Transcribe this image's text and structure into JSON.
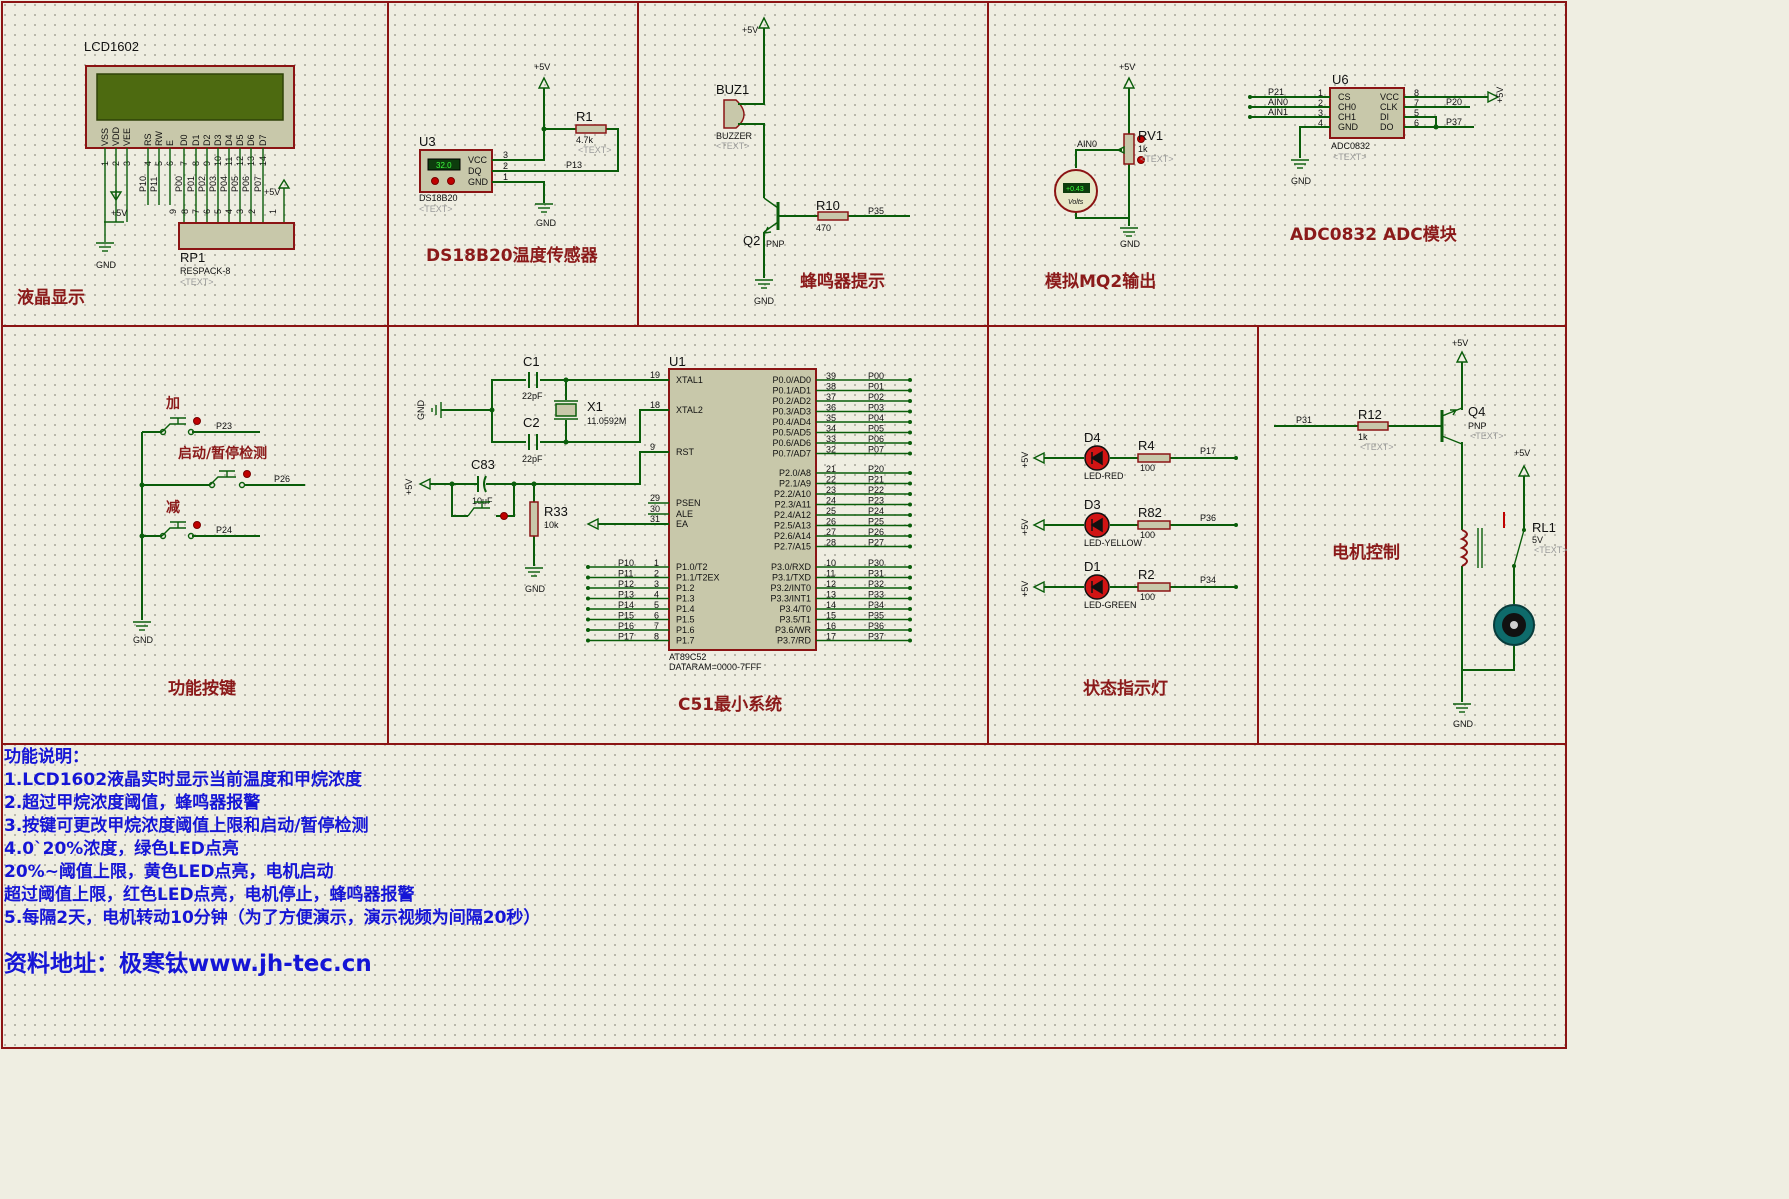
{
  "sections": {
    "lcd": "液晶显示",
    "ds18b20": "DS18B20温度传感器",
    "buzzer": "蜂鸣器提示",
    "mq2": "模拟MQ2输出",
    "adc": "ADC0832 ADC模块",
    "keys": "功能按键",
    "mcu": "C51最小系统",
    "leds": "状态指示灯",
    "motor": "电机控制"
  },
  "lcd": {
    "name": "LCD1602",
    "pins": [
      "VSS",
      "VDD",
      "VEE",
      "RS",
      "RW",
      "E",
      "D0",
      "D1",
      "D2",
      "D3",
      "D4",
      "D5",
      "D6",
      "D7"
    ],
    "pin_numbers": [
      "1",
      "2",
      "3",
      "4",
      "5",
      "6",
      "7",
      "8",
      "9",
      "10",
      "11",
      "12",
      "13",
      "14"
    ],
    "nets": [
      "P10",
      "P11",
      "P00",
      "P01",
      "P02",
      "P03",
      "P04",
      "P05",
      "P06",
      "P07"
    ],
    "rp": {
      "ref": "RP1",
      "value": "RESPACK-8",
      "text": "<TEXT>",
      "pins": [
        "9",
        "8",
        "7",
        "6",
        "5",
        "4",
        "3",
        "2",
        "1"
      ]
    },
    "vcc": "+5V",
    "gnd": "GND"
  },
  "ds18b20": {
    "ref": "U3",
    "part": "DS18B20",
    "reading": "32.0",
    "text": "<TEXT>",
    "pins": [
      "VCC",
      "DQ",
      "GND"
    ],
    "pin_numbers": [
      "3",
      "2",
      "1"
    ],
    "r": {
      "ref": "R1",
      "value": "4.7k",
      "text": "<TEXT>"
    },
    "net": "P13",
    "vcc": "+5V",
    "gnd": "GND"
  },
  "buzzer": {
    "ref": "BUZ1",
    "part": "BUZZER",
    "text": "<TEXT>",
    "q": {
      "ref": "Q2",
      "type": "PNP"
    },
    "r": {
      "ref": "R10",
      "value": "470"
    },
    "net": "P35",
    "vcc": "+5V",
    "gnd": "GND"
  },
  "mq2": {
    "ref": "RV1",
    "value": "1k",
    "text": "<TEXT>",
    "net": "AIN0",
    "meter_value": "+0.43",
    "meter_unit": "Volts",
    "vcc": "+5V",
    "gnd": "GND"
  },
  "adc": {
    "ref": "U6",
    "part": "ADC0832",
    "text": "<TEXT>",
    "left_pins": [
      "CS",
      "CH0",
      "CH1",
      "GND"
    ],
    "left_numbers": [
      "1",
      "2",
      "3",
      "4"
    ],
    "left_nets": [
      "P21",
      "AIN0",
      "AIN1"
    ],
    "right_pins": [
      "VCC",
      "CLK",
      "DI",
      "DO"
    ],
    "right_numbers": [
      "8",
      "7",
      "5",
      "6"
    ],
    "right_nets": [
      "P20",
      "P37"
    ],
    "vcc": "+5V",
    "gnd": "GND"
  },
  "keys": {
    "add": "加",
    "start": "启动/暂停检测",
    "sub": "减",
    "nets": [
      "P23",
      "P26",
      "P24"
    ],
    "gnd": "GND"
  },
  "mcu": {
    "ref": "U1",
    "part": "AT89C52",
    "data": "DATARAM=0000-7FFF",
    "c1": {
      "ref": "C1",
      "value": "22pF"
    },
    "c2": {
      "ref": "C2",
      "value": "22pF"
    },
    "x1": {
      "ref": "X1",
      "value": "11.0592M"
    },
    "c83": {
      "ref": "C83",
      "value": "10uF"
    },
    "r33": {
      "ref": "R33",
      "value": "10k"
    },
    "vcc": "+5V",
    "gnd": "GND",
    "left_pins": [
      "XTAL1",
      "XTAL2",
      "RST",
      "PSEN",
      "ALE",
      "EA"
    ],
    "left_numbers": [
      "19",
      "18",
      "9",
      "29",
      "30",
      "31"
    ],
    "p1_pins": [
      "P1.0/T2",
      "P1.1/T2EX",
      "P1.2",
      "P1.3",
      "P1.4",
      "P1.5",
      "P1.6",
      "P1.7"
    ],
    "p1_numbers": [
      "1",
      "2",
      "3",
      "4",
      "5",
      "6",
      "7",
      "8"
    ],
    "p1_nets": [
      "P10",
      "P11",
      "P12",
      "P13",
      "P14",
      "P15",
      "P16",
      "P17"
    ],
    "p0_pins": [
      "P0.0/AD0",
      "P0.1/AD1",
      "P0.2/AD2",
      "P0.3/AD3",
      "P0.4/AD4",
      "P0.5/AD5",
      "P0.6/AD6",
      "P0.7/AD7"
    ],
    "p0_numbers": [
      "39",
      "38",
      "37",
      "36",
      "35",
      "34",
      "33",
      "32"
    ],
    "p0_nets": [
      "P00",
      "P01",
      "P02",
      "P03",
      "P04",
      "P05",
      "P06",
      "P07"
    ],
    "p2_pins": [
      "P2.0/A8",
      "P2.1/A9",
      "P2.2/A10",
      "P2.3/A11",
      "P2.4/A12",
      "P2.5/A13",
      "P2.6/A14",
      "P2.7/A15"
    ],
    "p2_numbers": [
      "21",
      "22",
      "23",
      "24",
      "25",
      "26",
      "27",
      "28"
    ],
    "p2_nets": [
      "P20",
      "P21",
      "P22",
      "P23",
      "P24",
      "P25",
      "P26",
      "P27"
    ],
    "p3_pins": [
      "P3.0/RXD",
      "P3.1/TXD",
      "P3.2/INT0",
      "P3.3/INT1",
      "P3.4/T0",
      "P3.5/T1",
      "P3.6/WR",
      "P3.7/RD"
    ],
    "p3_numbers": [
      "10",
      "11",
      "12",
      "13",
      "14",
      "15",
      "16",
      "17"
    ],
    "p3_nets": [
      "P30",
      "P31",
      "P32",
      "P33",
      "P34",
      "P35",
      "P36",
      "P37"
    ]
  },
  "leds": [
    {
      "ref": "D4",
      "part": "LED-RED",
      "r": "R4",
      "value": "100",
      "net": "P17",
      "color": "#d21414"
    },
    {
      "ref": "D3",
      "part": "LED-YELLOW",
      "r": "R82",
      "value": "100",
      "net": "P36",
      "color": "#d21414"
    },
    {
      "ref": "D1",
      "part": "LED-GREEN",
      "r": "R2",
      "value": "100",
      "net": "P34",
      "color": "#d21414"
    }
  ],
  "leds_vcc": "+5V",
  "motor": {
    "r": {
      "ref": "R12",
      "value": "1k",
      "text": "<TEXT>"
    },
    "q": {
      "ref": "Q4",
      "type": "PNP",
      "text": "<TEXT>"
    },
    "rl": {
      "ref": "RL1",
      "value": "5V",
      "text": "<TEXT>"
    },
    "net": "P31",
    "vcc": "+5V",
    "gnd": "GND"
  },
  "notes": {
    "heading": "功能说明：",
    "lines": [
      "1.LCD1602液晶实时显示当前温度和甲烷浓度",
      "2.超过甲烷浓度阈值，蜂鸣器报警",
      "3.按键可更改甲烷浓度阈值上限和启动/暂停检测",
      "4.0`20%浓度，绿色LED点亮",
      "20%~阈值上限，黄色LED点亮，电机启动",
      "超过阈值上限，红色LED点亮，电机停止，蜂鸣器报警",
      "5.每隔2天，电机转动10分钟（为了方便演示，演示视频为间隔20秒）"
    ],
    "link": "资料地址：极寒钛www.jh-tec.cn"
  },
  "colors": {
    "wire": "#0a5d0a",
    "frame": "#8b1414",
    "title": "#8b1a1a",
    "notes": "#1515d6",
    "background": "#efeee2"
  }
}
